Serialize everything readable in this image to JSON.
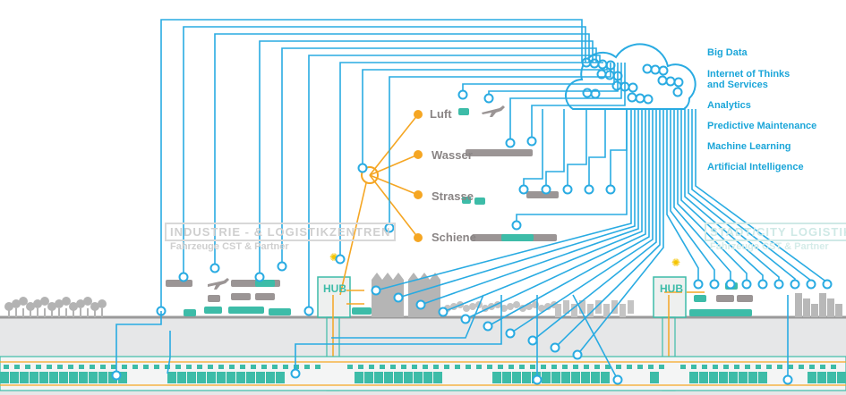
{
  "colors": {
    "network": "#29abe2",
    "transport": "#f5a623",
    "vehicle": "#3dbca8",
    "vehicle_gray": "#9b9595",
    "ground": "#e6e7e8"
  },
  "cloud_topics": [
    "Big Data",
    "Internet of Thinks",
    "and Services",
    "Analytics",
    "Predictive Maintenance",
    "Machine Learning",
    "Artificial Intelligence"
  ],
  "transport_modes": [
    "Luft",
    "Wasser",
    "Strasse",
    "Schiene"
  ],
  "left_zone": {
    "title": "INDUSTRIE - & LOGISTIKZENTREN",
    "subtitle": "Fahrzeuge CST & Partner"
  },
  "right_zone": {
    "title": "STADT/CITY LOGISTIK",
    "subtitle": "Fahrzeuge CST & Partner"
  },
  "hubs": [
    "HUB",
    "HUB"
  ],
  "icons": [
    "cloud-icon",
    "drone-icon",
    "airplane-icon",
    "ship-icon",
    "truck-icon",
    "van-icon",
    "bicycle-icon",
    "train-icon",
    "factory-icon",
    "tree-icon",
    "building-icon",
    "container-icon",
    "solar-icon",
    "wind-icon"
  ]
}
